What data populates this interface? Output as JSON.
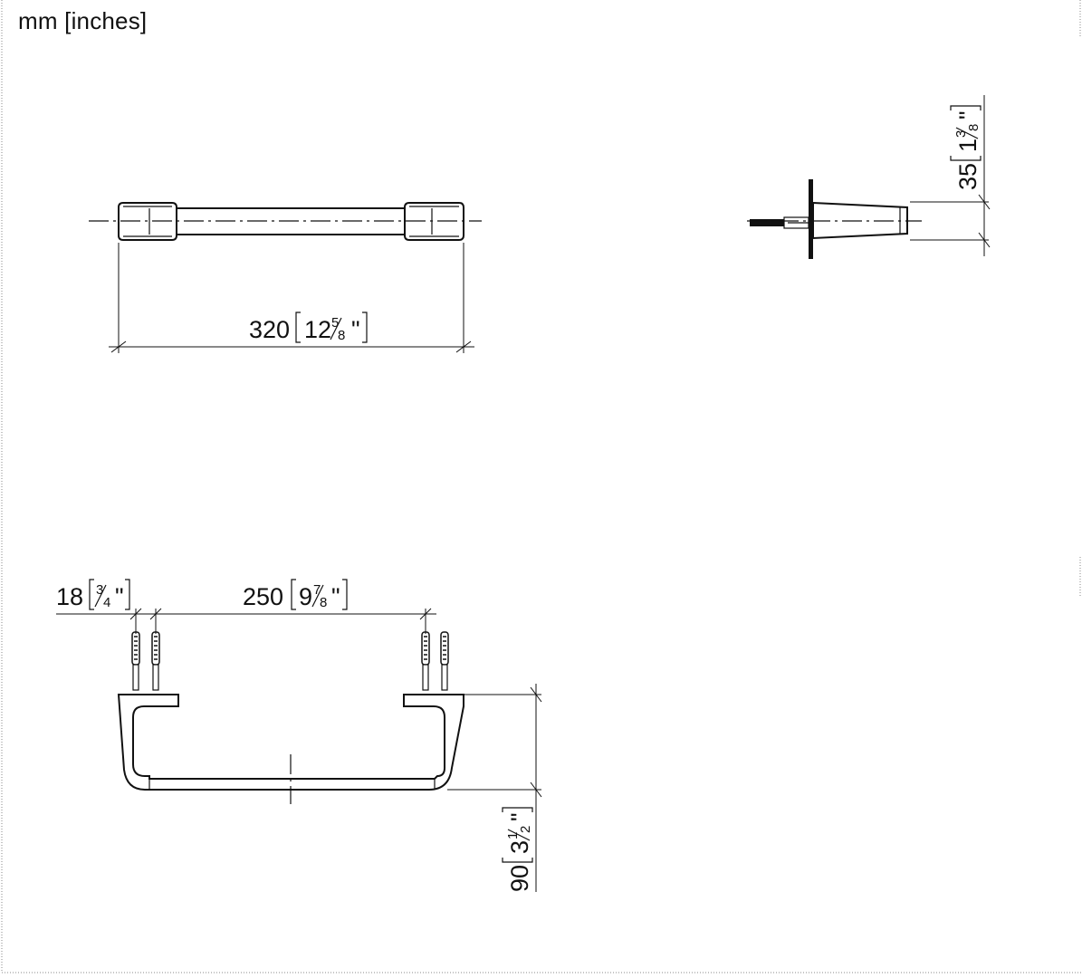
{
  "units_label": "mm [inches]",
  "dimensions": {
    "length": {
      "mm": "320",
      "inch_whole": "12",
      "inch_num": "5",
      "inch_den": "8"
    },
    "depth": {
      "mm": "35",
      "inch_whole": "1",
      "inch_num": "3",
      "inch_den": "8"
    },
    "hole_spacing": {
      "mm": "250",
      "inch_whole": "9",
      "inch_num": "7",
      "inch_den": "8"
    },
    "screw_offset": {
      "mm": "18",
      "inch_num": "3",
      "inch_den": "4"
    },
    "height": {
      "mm": "90",
      "inch_whole": "3",
      "inch_num": "1",
      "inch_den": "2"
    }
  }
}
